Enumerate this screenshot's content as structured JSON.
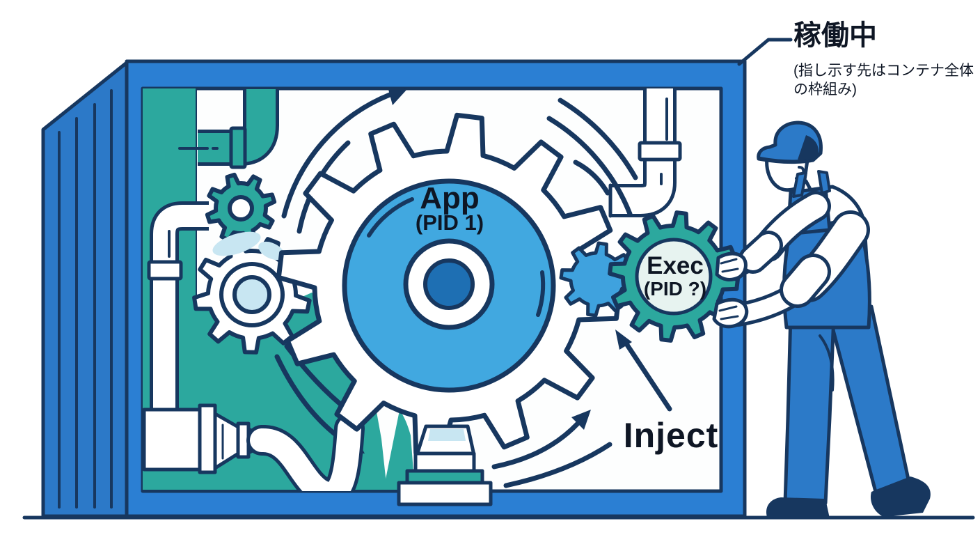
{
  "status_callout": {
    "title": "稼働中",
    "note_line1": "(指し示す先はコンテナ全体",
    "note_line2": "の枠組み)"
  },
  "gears": {
    "app": {
      "title": "App",
      "subtitle": "(PID 1)"
    },
    "exec": {
      "title": "Exec",
      "subtitle": "(PID ?)"
    }
  },
  "labels": {
    "inject": "Inject"
  },
  "colors": {
    "navy": "#17375F",
    "blue": "#2B7FD3",
    "sideblue": "#2C79C8",
    "workerblue": "#2C7AC8",
    "gearblue": "#41A8E0",
    "hubblue": "#1E6FB3",
    "teal": "#2CA89E",
    "pale": "#C8E6F2",
    "ice": "#E7F3F0",
    "textdark": "#0E1624"
  }
}
